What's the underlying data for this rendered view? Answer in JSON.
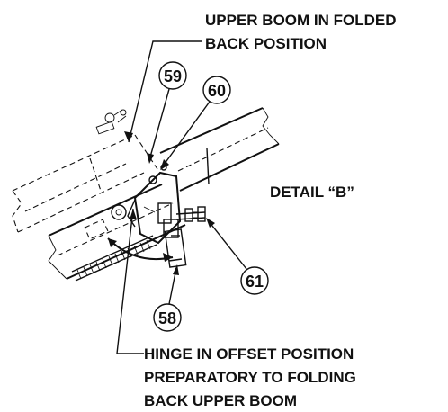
{
  "callouts": {
    "upper_boom": [
      "UPPER BOOM IN FOLDED",
      "BACK POSITION"
    ],
    "detail": "DETAIL “B”",
    "hinge": [
      "HINGE IN OFFSET POSITION",
      "PREPARATORY TO FOLDING",
      "BACK UPPER BOOM"
    ]
  },
  "part_numbers": {
    "p59": "59",
    "p60": "60",
    "p61": "61",
    "p58": "58"
  }
}
